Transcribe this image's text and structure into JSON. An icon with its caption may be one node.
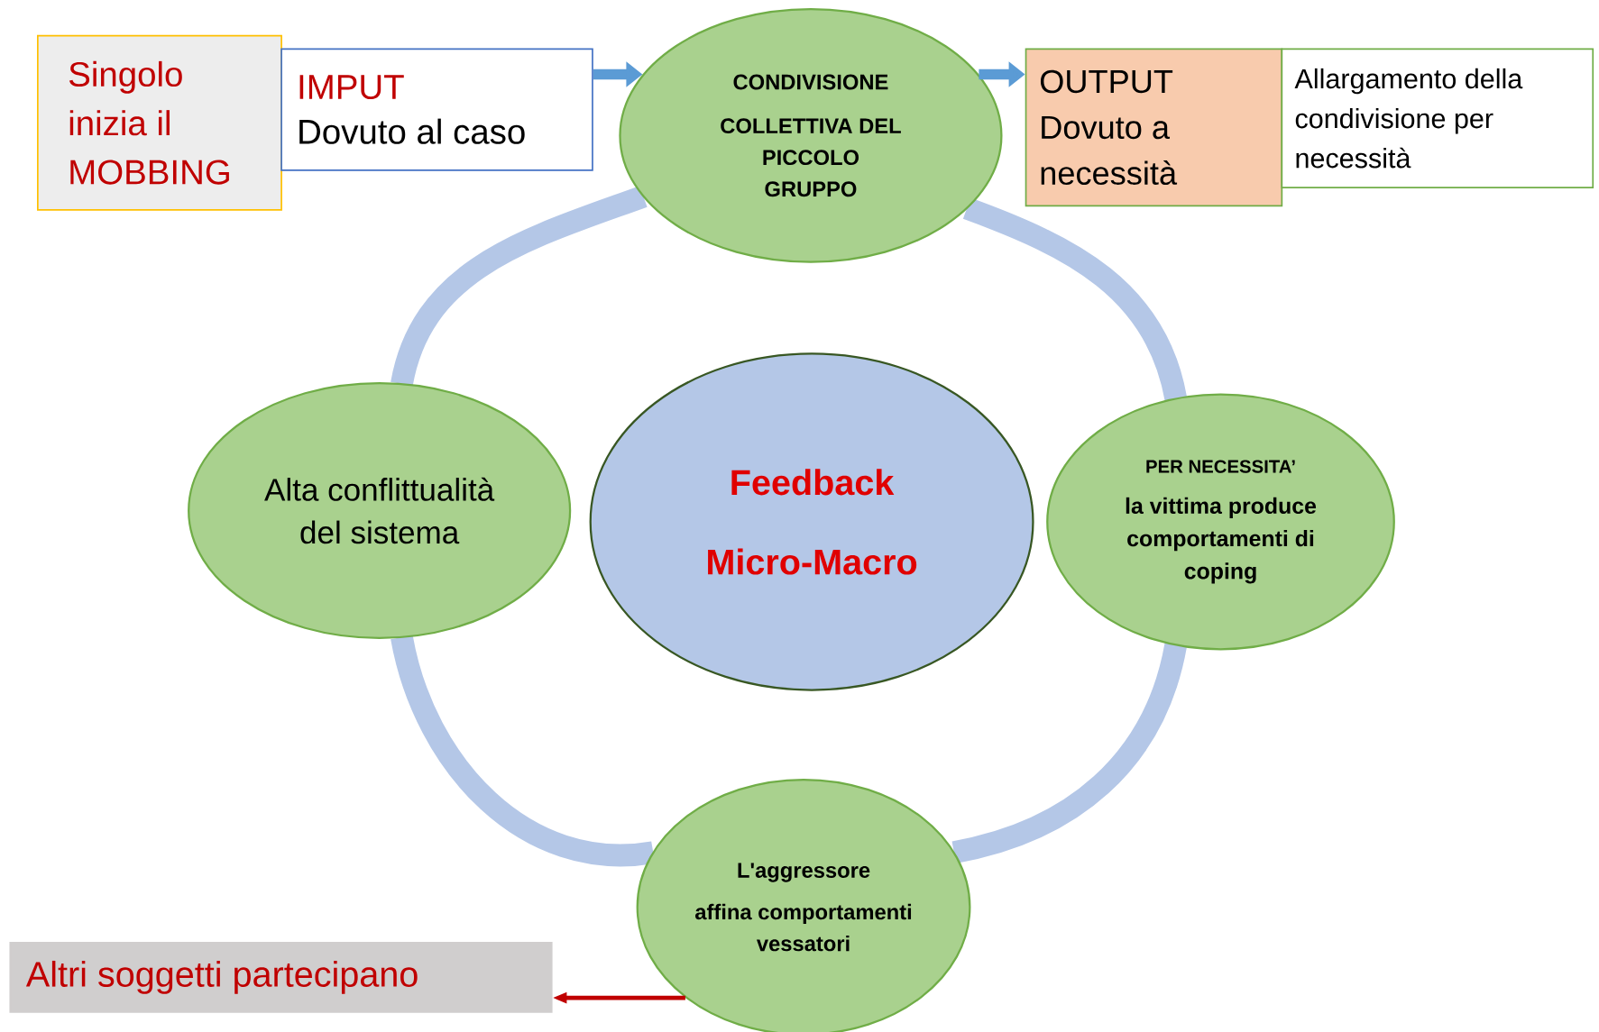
{
  "diagram": {
    "nodes": [
      {
        "text": [
          "Singolo inizia il MOBBING"
        ]
      },
      {
        "text": [
          "IMPUT",
          "Dovuto al caso"
        ]
      },
      {
        "text": [
          "CONDIVISIONE",
          "COLLETTIVA DEL PICCOLO GRUPPO"
        ]
      },
      {
        "text": [
          "OUTPUT",
          "Dovuto a necessità"
        ]
      },
      {
        "text": [
          "Allargamento della condivisione per necessità"
        ]
      },
      {
        "text": [
          "Alta conflittualità del sistema"
        ]
      },
      {
        "text": [
          "Feedback",
          "Micro-Macro"
        ]
      },
      {
        "text": [
          "PER NECESSITA’",
          "la vittima produce comportamenti di coping"
        ]
      },
      {
        "text": [
          "L'aggressore",
          "affina comportamenti vessatori"
        ]
      },
      {
        "text": [
          "Altri soggetti partecipano"
        ]
      }
    ],
    "edges": [
      {
        "from": 1,
        "to": 2,
        "arrow": "to",
        "color": "#5b9bd5"
      },
      {
        "from": 2,
        "to": 3,
        "arrow": "to",
        "color": "#5b9bd5"
      },
      {
        "from": 2,
        "to": 7,
        "arrow": "none",
        "color": "#b4c7e7"
      },
      {
        "from": 7,
        "to": 8,
        "arrow": "none",
        "color": "#b4c7e7"
      },
      {
        "from": 8,
        "to": 5,
        "arrow": "none",
        "color": "#b4c7e7"
      },
      {
        "from": 5,
        "to": 2,
        "arrow": "none",
        "color": "#b4c7e7"
      },
      {
        "from": 8,
        "to": 9,
        "arrow": "to",
        "color": "#c00000"
      }
    ]
  }
}
